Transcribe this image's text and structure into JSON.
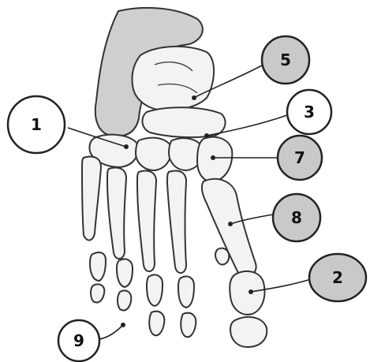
{
  "diagram": {
    "callouts": [
      {
        "id": "c1",
        "label": "1",
        "shaded": false
      },
      {
        "id": "c2",
        "label": "2",
        "shaded": true
      },
      {
        "id": "c3",
        "label": "3",
        "shaded": false
      },
      {
        "id": "c5",
        "label": "5",
        "shaded": true
      },
      {
        "id": "c7",
        "label": "7",
        "shaded": true
      },
      {
        "id": "c8",
        "label": "8",
        "shaded": true
      },
      {
        "id": "c9",
        "label": "9",
        "shaded": false
      }
    ],
    "colors": {
      "shaded_fill": "#c9c9c9",
      "plain_fill": "#ffffff",
      "outline": "#222222"
    }
  }
}
